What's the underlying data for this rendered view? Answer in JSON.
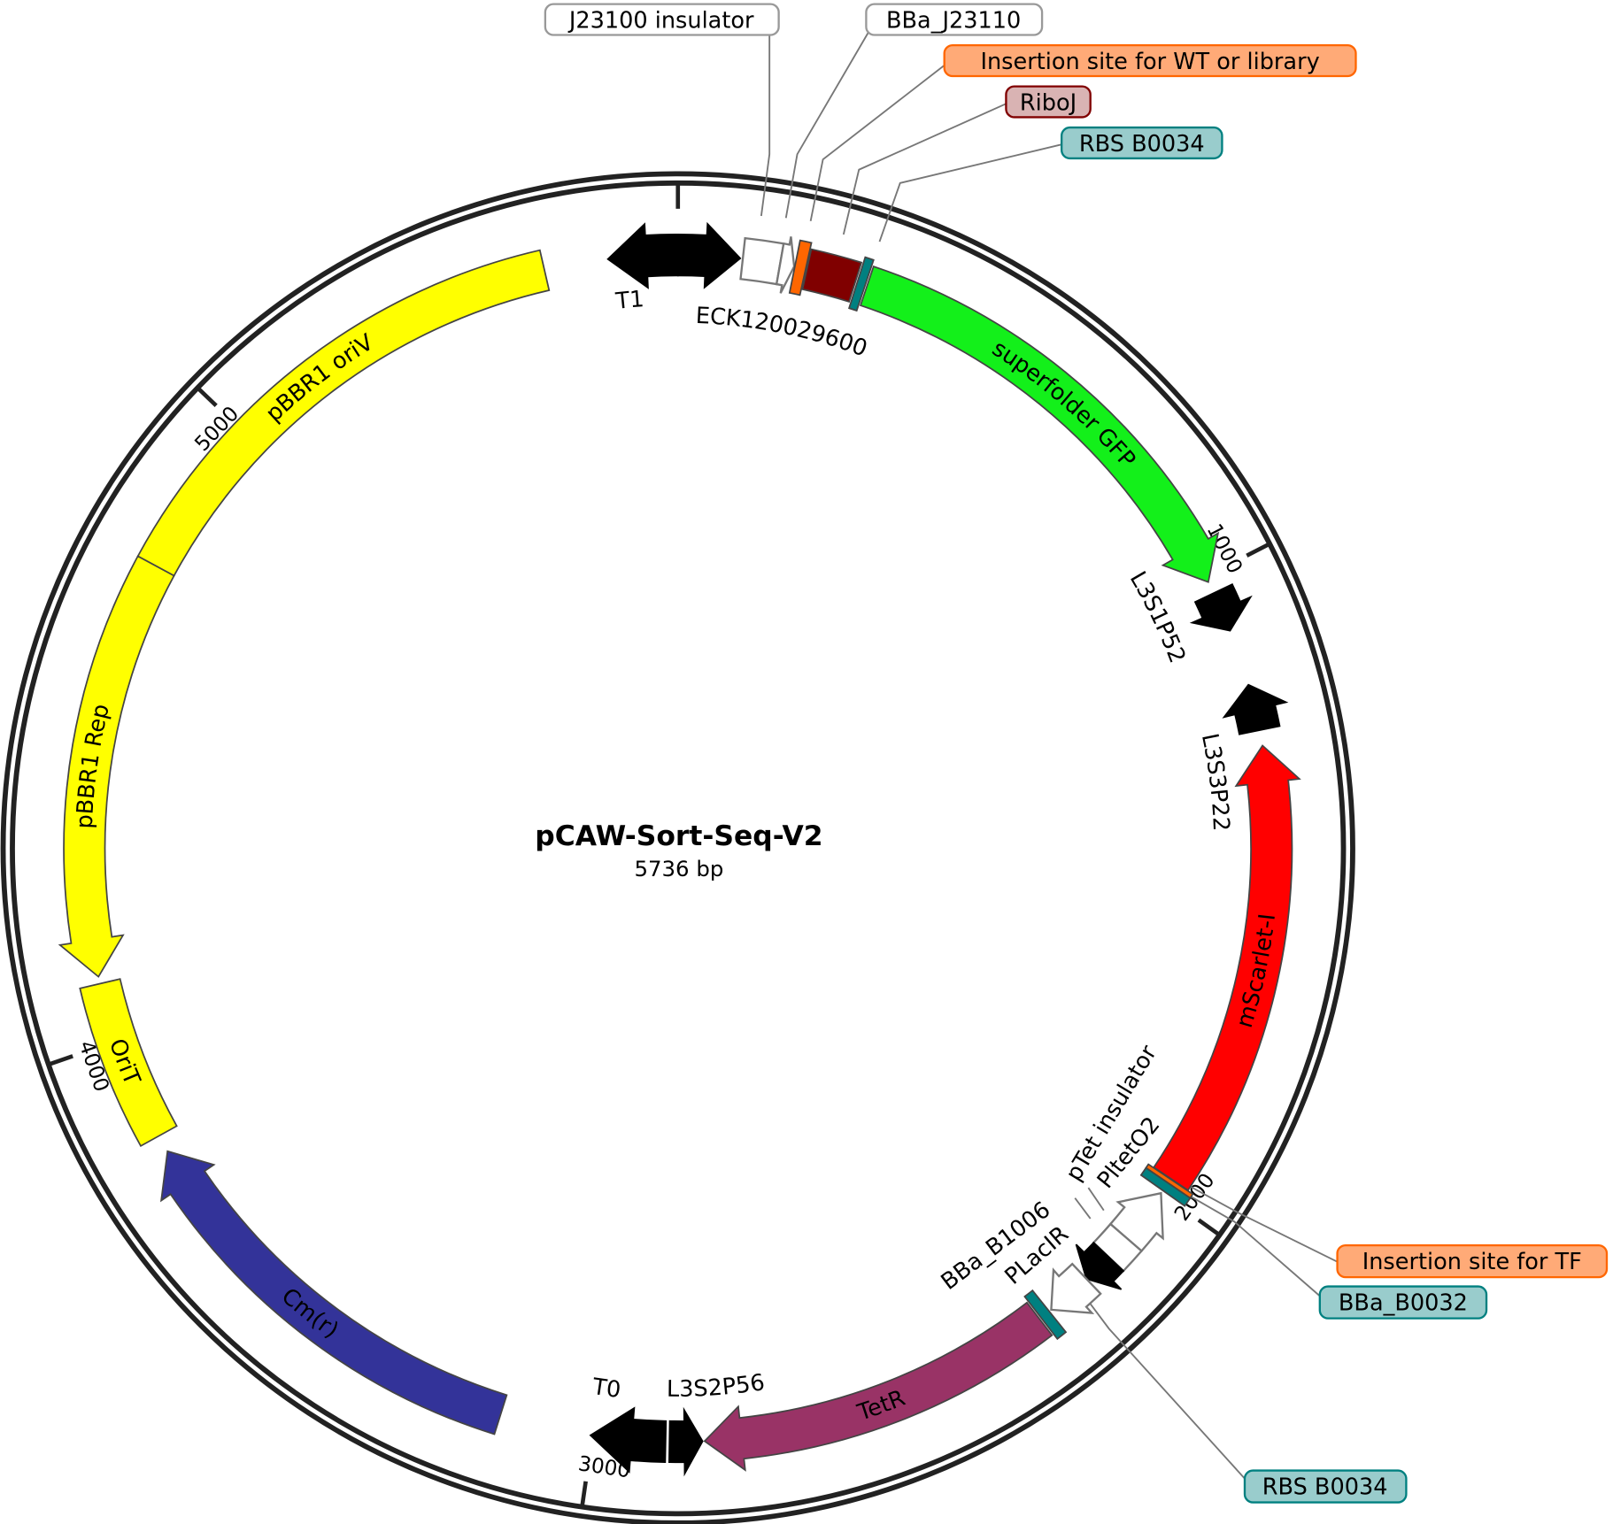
{
  "plasmid": {
    "name": "pCAW-Sort-Seq-V2",
    "length_label": "5736 bp",
    "length_bp": 5736
  },
  "ticks": [
    {
      "bp": 0,
      "label": ""
    },
    {
      "bp": 1000,
      "label": "1000"
    },
    {
      "bp": 2000,
      "label": "2000"
    },
    {
      "bp": 3000,
      "label": "3000"
    },
    {
      "bp": 4000,
      "label": "4000"
    },
    {
      "bp": 5000,
      "label": "5000"
    }
  ],
  "features": [
    {
      "name": "T1",
      "start": 5628,
      "end": 5736,
      "direction": -1,
      "type": "terminator",
      "color": "#000000"
    },
    {
      "name": "ECK120029600",
      "start": 0,
      "end": 96,
      "direction": 1,
      "type": "terminator",
      "color": "#000000"
    },
    {
      "name": "J23100 insulator",
      "start": 100,
      "end": 158,
      "direction": 0,
      "type": "misc",
      "color": "#ffffff"
    },
    {
      "name": "BBa_J23110",
      "start": 158,
      "end": 180,
      "direction": 1,
      "type": "promoter",
      "color": "#ffffff"
    },
    {
      "name": "Insertion site for WT or library",
      "start": 181,
      "end": 198,
      "direction": 0,
      "type": "misc",
      "color": "#ff6600"
    },
    {
      "name": "RiboJ",
      "start": 200,
      "end": 277,
      "direction": 0,
      "type": "misc",
      "color": "#800000"
    },
    {
      "name": "RBS B0034",
      "start": 280,
      "end": 293,
      "direction": 0,
      "type": "rbs",
      "color": "#008080"
    },
    {
      "name": "superfolder GFP",
      "start": 296,
      "end": 1009,
      "direction": 1,
      "type": "cds",
      "color": "#13f01a"
    },
    {
      "name": "L3S1P52",
      "start": 1028,
      "end": 1091,
      "direction": 1,
      "type": "terminator",
      "color": "#000000"
    },
    {
      "name": "L3S3P22",
      "start": 1179,
      "end": 1251,
      "direction": -1,
      "type": "terminator",
      "color": "#000000"
    },
    {
      "name": "mScarlet-I",
      "start": 1275,
      "end": 1973,
      "direction": -1,
      "type": "cds",
      "color": "#ff0000"
    },
    {
      "name": "Insertion site for TF",
      "start": 1974,
      "end": 1981,
      "direction": 0,
      "type": "misc",
      "color": "#ff6600"
    },
    {
      "name": "BBa_B0032",
      "start": 1981,
      "end": 1995,
      "direction": 0,
      "type": "rbs",
      "color": "#008080"
    },
    {
      "name": "PltetO2",
      "start": 2000,
      "end": 2087,
      "direction": -1,
      "type": "promoter",
      "color": "#ffffff"
    },
    {
      "name": "pTet insulator",
      "start": 2087,
      "end": 2127,
      "direction": 0,
      "type": "misc",
      "color": "#ffffff"
    },
    {
      "name": "BBa_B1006",
      "start": 2127,
      "end": 2175,
      "direction": 1,
      "type": "terminator",
      "color": "#000000"
    },
    {
      "name": "PLacIR",
      "start": 2175,
      "end": 2247,
      "direction": 1,
      "type": "promoter",
      "color": "#ffffff"
    },
    {
      "name": "RBS B0034",
      "start": 2251,
      "end": 2267,
      "direction": 0,
      "type": "rbs",
      "color": "#008080"
    },
    {
      "name": "TetR",
      "start": 2270,
      "end": 2827,
      "direction": 1,
      "type": "cds",
      "color": "#993366"
    },
    {
      "name": "L3S2P56",
      "start": 2830,
      "end": 2881,
      "direction": -1,
      "type": "terminator",
      "color": "#000000"
    },
    {
      "name": "T0",
      "start": 2887,
      "end": 3003,
      "direction": 1,
      "type": "terminator",
      "color": "#000000"
    },
    {
      "name": "Cm(r)",
      "start": 3145,
      "end": 3813,
      "direction": 1,
      "type": "cds",
      "color": "#333399"
    },
    {
      "name": "OriT",
      "start": 3840,
      "end": 4092,
      "direction": 0,
      "type": "rep_origin",
      "color": "#ffff00"
    },
    {
      "name": "pBBR1 Rep",
      "start": 4103,
      "end": 4755,
      "direction": -1,
      "type": "cds",
      "color": "#ffff00"
    },
    {
      "name": "pBBR1 oriV",
      "start": 4755,
      "end": 5529,
      "direction": 0,
      "type": "rep_origin",
      "color": "#ffff00"
    }
  ],
  "callouts": [
    {
      "label": "J23100 insulator",
      "fill": "#ffffff",
      "border": "#999999"
    },
    {
      "label": "BBa_J23110",
      "fill": "#ffffff",
      "border": "#999999"
    },
    {
      "label": "Insertion site for WT or library",
      "fill": "#ffaa77",
      "border": "#ff6600"
    },
    {
      "label": "RiboJ",
      "fill": "#d9b3b3",
      "border": "#800000"
    },
    {
      "label": "RBS B0034",
      "fill": "#99cccc",
      "border": "#008080"
    },
    {
      "label": "Insertion site for TF",
      "fill": "#ffaa77",
      "border": "#ff6600"
    },
    {
      "label": "BBa_B0032",
      "fill": "#99cccc",
      "border": "#008080"
    },
    {
      "label": "RBS B0034",
      "fill": "#99cccc",
      "border": "#008080"
    }
  ]
}
